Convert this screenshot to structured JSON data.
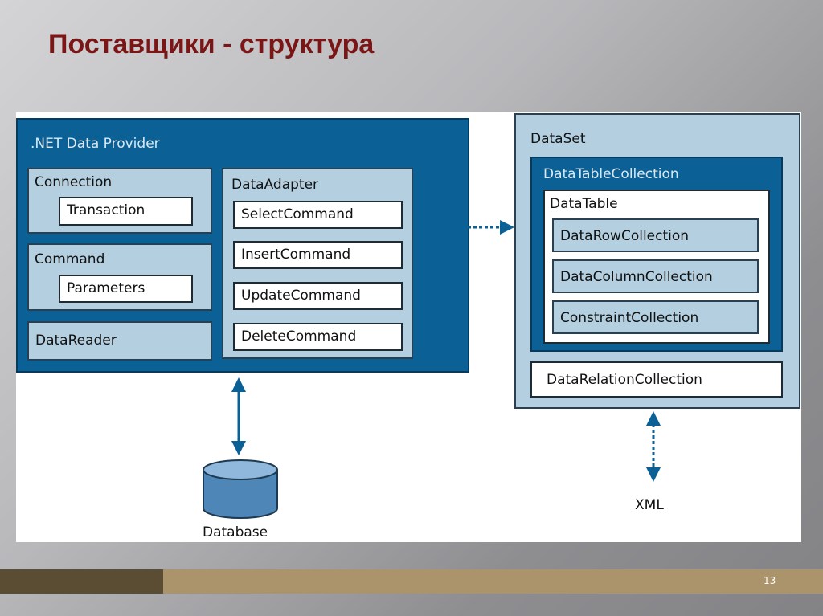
{
  "slide": {
    "title": "Поставщики - структура",
    "page_number": "13"
  },
  "provider": {
    "title": ".NET Data Provider",
    "connection": "Connection",
    "transaction": "Transaction",
    "command": "Command",
    "parameters": "Parameters",
    "datareader": "DataReader",
    "adapter": {
      "title": "DataAdapter",
      "commands": [
        "SelectCommand",
        "InsertCommand",
        "UpdateCommand",
        "DeleteCommand"
      ]
    }
  },
  "dataset": {
    "title": "DataSet",
    "tablecollection": "DataTableCollection",
    "datatable": "DataTable",
    "rows": [
      "DataRowCollection",
      "DataColumnCollection",
      "ConstraintCollection"
    ],
    "relations": "DataRelationCollection"
  },
  "database": "Database",
  "xml": "XML"
}
